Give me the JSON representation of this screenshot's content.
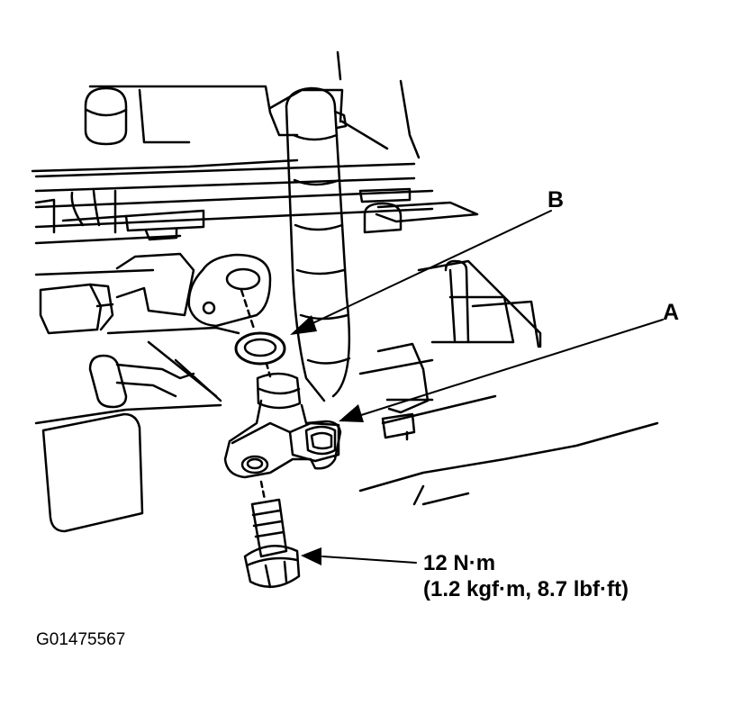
{
  "callouts": {
    "a": "A",
    "b": "B"
  },
  "torque": {
    "line1": "12 N·m",
    "line2": "(1.2 kgf·m, 8.7 lbf·ft)"
  },
  "figure_id": "G01475567",
  "colors": {
    "ink": "#000000",
    "paper": "#ffffff"
  }
}
